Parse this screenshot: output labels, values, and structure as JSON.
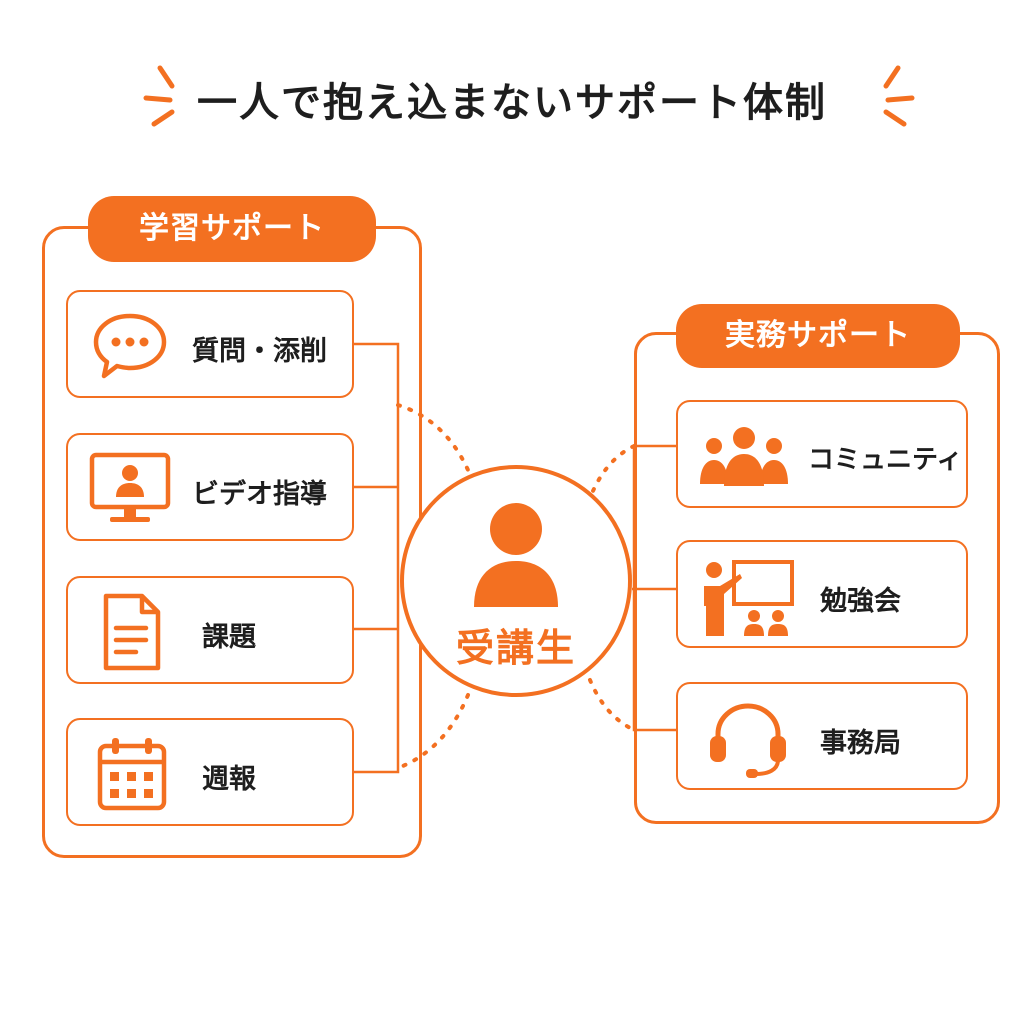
{
  "title": "一人で抱え込まないサポート体制",
  "center": {
    "label": "受講生"
  },
  "learning": {
    "label": "学習サポート",
    "items": [
      {
        "label": "質問・添削",
        "icon": "chat-bubble-icon"
      },
      {
        "label": "ビデオ指導",
        "icon": "video-monitor-icon"
      },
      {
        "label": "課題",
        "icon": "document-icon"
      },
      {
        "label": "週報",
        "icon": "calendar-icon"
      }
    ]
  },
  "practical": {
    "label": "実務サポート",
    "items": [
      {
        "label": "コミュニティ",
        "icon": "community-group-icon"
      },
      {
        "label": "勉強会",
        "icon": "study-session-icon"
      },
      {
        "label": "事務局",
        "icon": "headset-icon"
      }
    ]
  },
  "colors": {
    "accent": "#f37021",
    "text": "#1e1e1e",
    "background": "#ffffff"
  }
}
